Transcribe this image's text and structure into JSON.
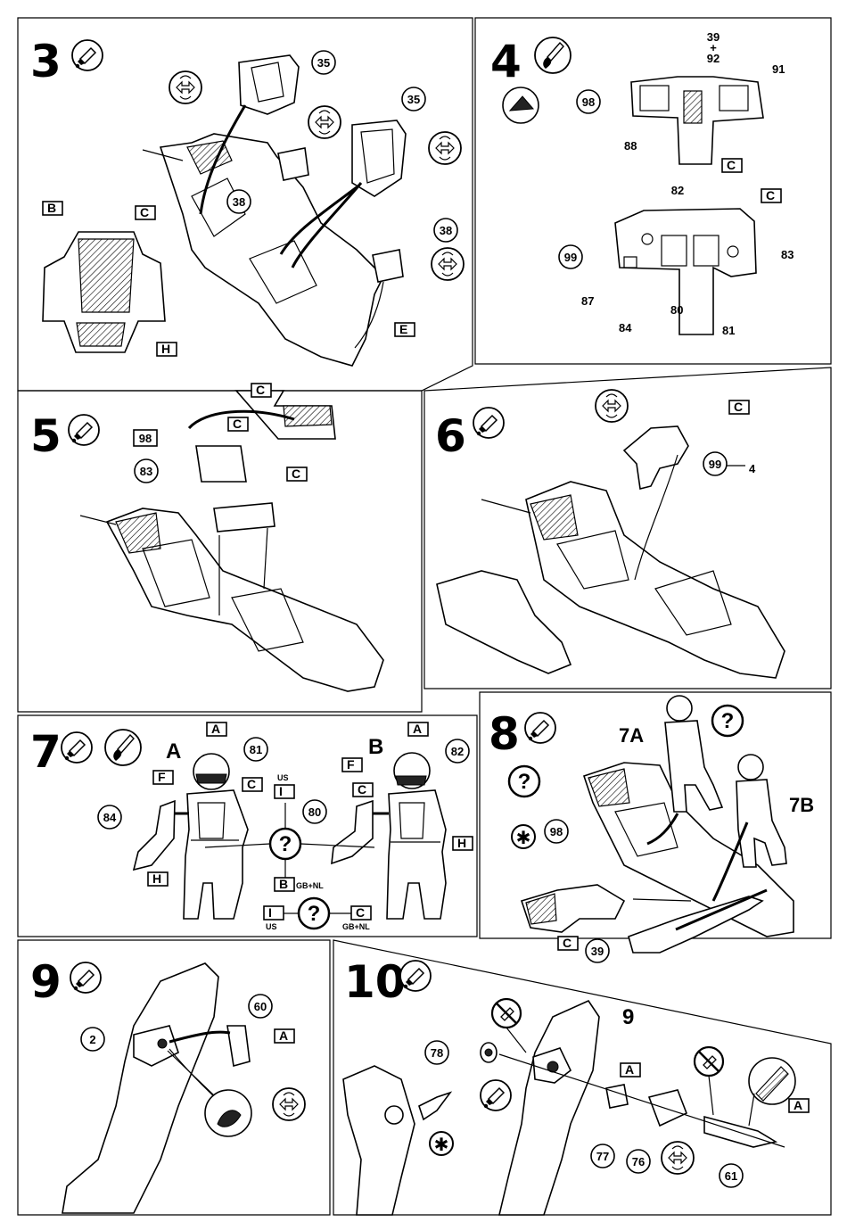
{
  "steps": {
    "s3": {
      "number": "3",
      "callouts": [
        "35",
        "35",
        "38",
        "38"
      ],
      "flags": [
        "B",
        "C",
        "H",
        "E"
      ]
    },
    "s4": {
      "number": "4",
      "callouts": [
        "39",
        "+",
        "92",
        "91",
        "98",
        "88",
        "82",
        "99",
        "83",
        "87",
        "84",
        "80",
        "81"
      ],
      "flags": [
        "C",
        "C"
      ]
    },
    "s5": {
      "number": "5",
      "callouts": [
        "98",
        "83"
      ],
      "flags": [
        "C",
        "C",
        "C"
      ]
    },
    "s6": {
      "number": "6",
      "callouts": [
        "99",
        "4"
      ],
      "flags": [
        "C"
      ]
    },
    "s7": {
      "number": "7",
      "figure_a": "A",
      "figure_b": "B",
      "callouts": [
        "81",
        "82",
        "84",
        "80"
      ],
      "flags": [
        "A",
        "F",
        "C",
        "H",
        "A",
        "F",
        "C",
        "H",
        "I",
        "B",
        "I",
        "C"
      ],
      "notes": {
        "us_top": "US",
        "gbnl_mid": "GB+NL",
        "us_bottom": "US",
        "gbnl_bottom": "GB+NL"
      },
      "question": "?"
    },
    "s8": {
      "number": "8",
      "callouts": [
        "7A",
        "7B",
        "98",
        "39"
      ],
      "flags": [
        "C"
      ],
      "question": "?"
    },
    "s9": {
      "number": "9",
      "callouts": [
        "2",
        "60"
      ],
      "flags": [
        "A"
      ]
    },
    "s10": {
      "number": "10",
      "callouts": [
        "9",
        "78",
        "77",
        "76",
        "61"
      ],
      "flags": [
        "A",
        "A"
      ]
    }
  },
  "icons": [
    "glue-tube-icon",
    "paint-brush-icon",
    "decal-icon",
    "rotate-icon",
    "question-icon",
    "star-icon",
    "no-glue-icon"
  ]
}
